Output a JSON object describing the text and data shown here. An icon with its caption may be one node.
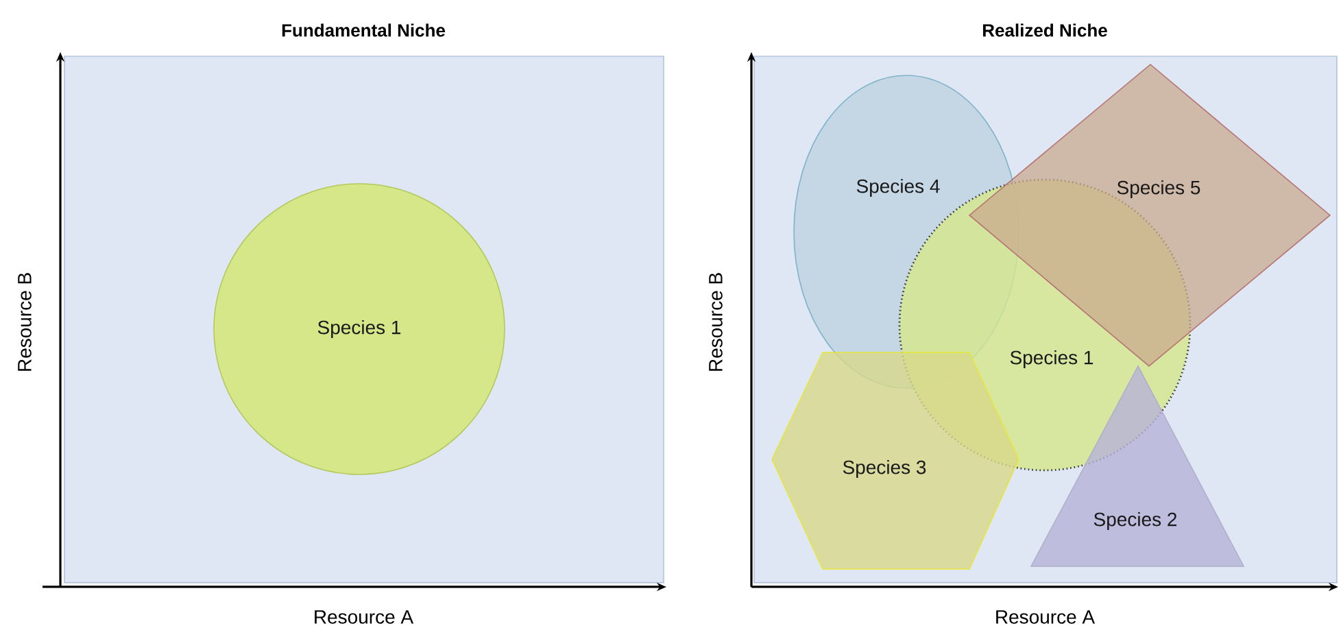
{
  "diagram": {
    "nodes": [
      {
        "text": [
          "Fundamental Niche"
        ]
      },
      {
        "text": [
          "Species 1"
        ],
        "in": 0
      },
      {
        "text": [
          "Realized Niche"
        ]
      },
      {
        "text": [
          "Species 4"
        ],
        "in": 2
      },
      {
        "text": [
          "Species 5"
        ],
        "in": 2
      },
      {
        "text": [
          "Species 1"
        ],
        "in": 2
      },
      {
        "text": [
          "Species 3"
        ],
        "in": 2
      },
      {
        "text": [
          "Species 2"
        ],
        "in": 2
      }
    ],
    "labels": [
      "Resource B",
      "Resource B",
      "Resource A",
      "Resource A"
    ]
  }
}
